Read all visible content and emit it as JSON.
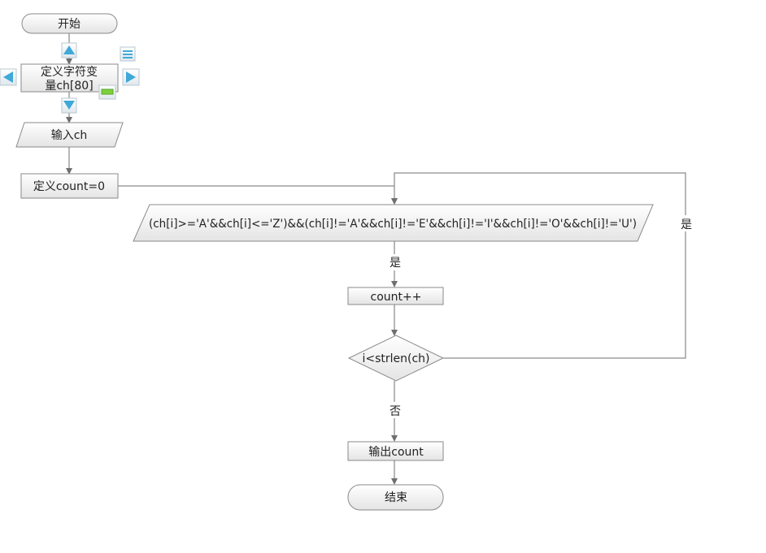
{
  "nodes": {
    "start": "开始",
    "define_var_line1": "定义字符变",
    "define_var_line2": "量ch[80]",
    "input": "输入ch",
    "define_count": "定义count=0",
    "condition": "(ch[i]>='A'&&ch[i]<='Z')&&(ch[i]!='A'&&ch[i]!='E'&&ch[i]!='I'&&ch[i]!='O'&&ch[i]!='U')",
    "increment": "count++",
    "loop_check": "i<strlen(ch)",
    "output": "输出count",
    "end": "结束"
  },
  "edge_labels": {
    "condition_yes": "是",
    "loop_yes": "是",
    "loop_no": "否"
  },
  "icons": {
    "handle_up": "arrow-up-icon",
    "handle_down": "arrow-down-icon",
    "handle_left": "arrow-left-icon",
    "handle_right": "arrow-right-icon",
    "handle_menu": "list-icon",
    "handle_green": "minus-icon"
  },
  "colors": {
    "shape_fill_top": "#ffffff",
    "shape_fill_bottom": "#e6e6e6",
    "shape_stroke": "#8a8a8a",
    "edge": "#6f6f6f",
    "handle_blue": "#3fa9d8",
    "handle_green": "#7fd13b"
  }
}
